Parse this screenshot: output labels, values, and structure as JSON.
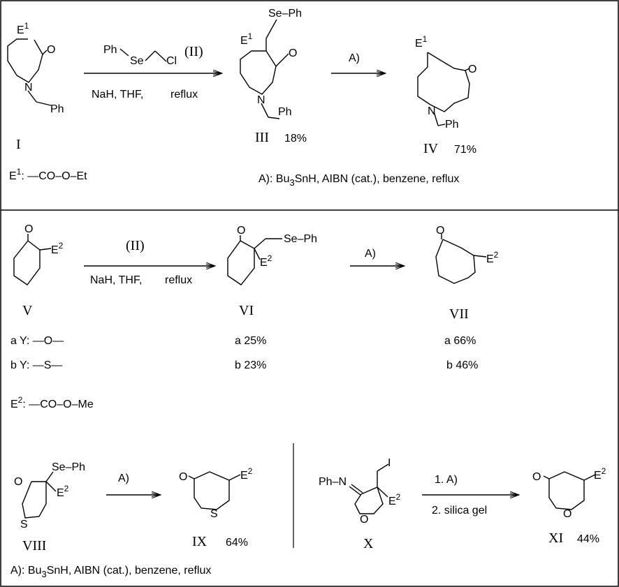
{
  "compounds": {
    "I": {
      "label": "I"
    },
    "III": {
      "label": "III",
      "yield": "18%"
    },
    "IV": {
      "label": "IV",
      "yield": "71%"
    },
    "V": {
      "label": "V"
    },
    "VI": {
      "label": "VI",
      "yield_a": "a 25%",
      "yield_b": "b 23%"
    },
    "VII": {
      "label": "VII",
      "yield_a": "a 66%",
      "yield_b": "b 46%"
    },
    "VIII": {
      "label": "VIII"
    },
    "IX": {
      "label": "IX",
      "yield": "64%"
    },
    "X": {
      "label": "X"
    },
    "XI": {
      "label": "XI",
      "yield": "44%"
    }
  },
  "atoms": {
    "O": "O",
    "N": "N",
    "S": "S",
    "I": "I",
    "Ph": "Ph",
    "Se": "Se",
    "Cl": "Cl",
    "E": "E",
    "sup1": "1",
    "sup2": "2",
    "se_ph": "Se–Ph",
    "ph_n": "Ph–N"
  },
  "reagents": {
    "II": "(II)",
    "conditions1": "NaH, THF,",
    "reflux": "reflux",
    "A": "A)",
    "step1": "1. A)",
    "step2": "2. silica gel"
  },
  "definitions": {
    "E1_prefix": "E",
    "E1_sup": "1",
    "E1_value": ":  —CO–O–Et",
    "E2_prefix": "E",
    "E2_sup": "2",
    "E2_value": ":  —CO–O–Me",
    "Ya": "a  Y: —O—",
    "Yb": "b  Y: —S—",
    "A_label": "A):  Bu",
    "A_sub": "3",
    "A_rest": "SnH, AIBN (cat.), benzene, reflux"
  }
}
